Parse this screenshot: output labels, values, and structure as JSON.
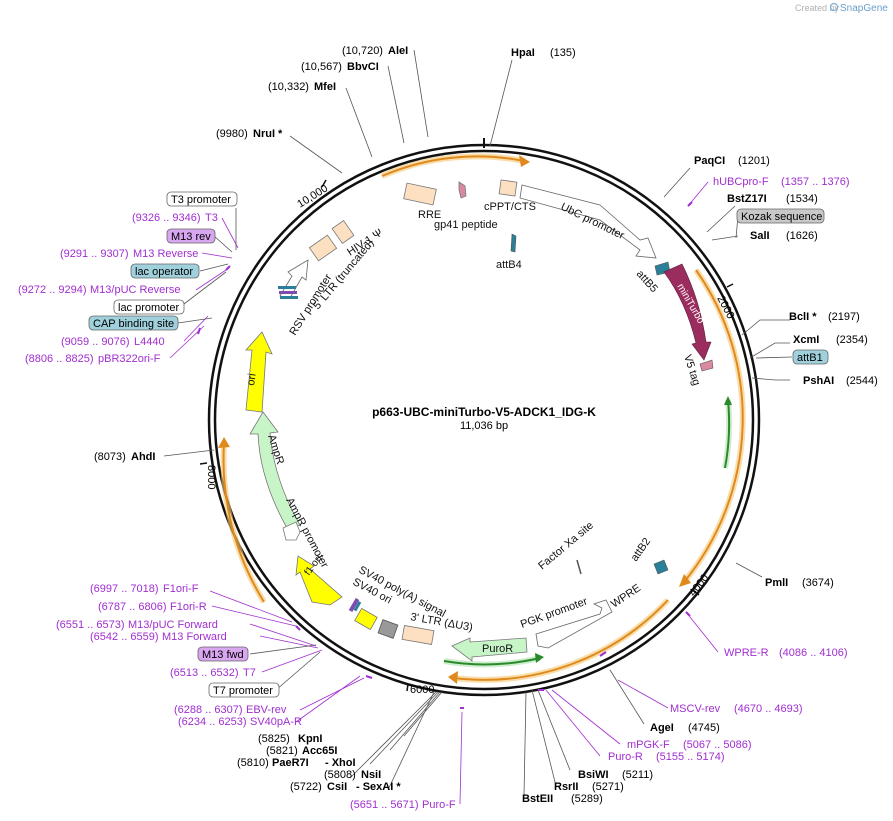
{
  "credit": "Created by",
  "brand": "SnapGene",
  "plasmid": {
    "name": "p663-UBC-miniTurbo-V5-ADCK1_IDG-K",
    "length_label": "11,036 bp"
  },
  "ticks": {
    "t2000": "2000",
    "t4000": "4000",
    "t6000": "6000",
    "t8000": "8000",
    "t10000": "10,000"
  },
  "sites": {
    "hpai": {
      "name": "HpaI",
      "pos": "(135)"
    },
    "paqci": {
      "name": "PaqCI",
      "pos": "(1201)"
    },
    "bstz17i": {
      "name": "BstZ17I",
      "pos": "(1534)"
    },
    "sali": {
      "name": "SalI",
      "pos": "(1626)"
    },
    "bcli": {
      "name": "BclI *",
      "pos": "(2197)"
    },
    "xcmi": {
      "name": "XcmI",
      "pos": "(2354)"
    },
    "pshai": {
      "name": "PshAI",
      "pos": "(2544)"
    },
    "pmli": {
      "name": "PmlI",
      "pos": "(3674)"
    },
    "agei": {
      "name": "AgeI",
      "pos": "(4745)"
    },
    "bsiwi": {
      "name": "BsiWI",
      "pos": "(5211)"
    },
    "rsrii": {
      "name": "RsrII",
      "pos": "(5271)"
    },
    "bsteii": {
      "name": "BstEII",
      "pos": "(5289)"
    },
    "kpni": {
      "name": "KpnI",
      "pos": "(5825)"
    },
    "acc65i": {
      "name": "Acc65I",
      "pos": "(5821)"
    },
    "paer7i": {
      "name": "PaeR7I",
      "pos": "(5810)"
    },
    "xhoi": {
      "name": "- XhoI",
      "pos": ""
    },
    "nsii": {
      "name": "NsiI",
      "pos": "(5808)"
    },
    "csii": {
      "name": "CsiI",
      "pos": "(5722)"
    },
    "sexai": {
      "name": "- SexAI *",
      "pos": ""
    },
    "ahdi": {
      "name": "AhdI",
      "pos": "(8073)"
    },
    "drui": {
      "name": "NruI *",
      "pos": "(9980)"
    },
    "mfei": {
      "name": "MfeI",
      "pos": "(10,332)"
    },
    "bbvci": {
      "name": "BbvCI",
      "pos": "(10,567)"
    },
    "alei": {
      "name": "AleI",
      "pos": "(10,720)"
    }
  },
  "primers": {
    "hubcpro_f": {
      "name": "hUBCpro-F",
      "pos": "(1357 .. 1376)"
    },
    "wpre_r": {
      "name": "WPRE-R",
      "pos": "(4086 .. 4106)"
    },
    "mscv_rev": {
      "name": "MSCV-rev",
      "pos": "(4670 .. 4693)"
    },
    "mpgk_f": {
      "name": "mPGK-F",
      "pos": "(5067 .. 5086)"
    },
    "puro_r": {
      "name": "Puro-R",
      "pos": "(5155 .. 5174)"
    },
    "puro_f": {
      "name": "Puro-F",
      "pos": "(5651 .. 5671)"
    },
    "ebv_rev": {
      "name": "EBV-rev",
      "pos": "(6288 .. 6307)"
    },
    "sv40pa_r": {
      "name": "SV40pA-R",
      "pos": "(6234 .. 6253)"
    },
    "t7": {
      "name": "T7",
      "pos": "(6513 .. 6532)"
    },
    "m13_fwd": {
      "name": "M13 Forward",
      "pos": "(6542 .. 6559)"
    },
    "m13puc_fwd": {
      "name": "M13/pUC Forward",
      "pos": "(6551 .. 6573)"
    },
    "f1ori_r": {
      "name": "F1ori-R",
      "pos": "(6787 .. 6806)"
    },
    "f1ori_f": {
      "name": "F1ori-F",
      "pos": "(6997 .. 7018)"
    },
    "pbr322ori_f": {
      "name": "pBR322ori-F",
      "pos": "(8806 .. 8825)"
    },
    "l4440": {
      "name": "L4440",
      "pos": "(9059 .. 9076)"
    },
    "m13puc_rev": {
      "name": "M13/pUC Reverse",
      "pos": "(9272 .. 9294)"
    },
    "m13_reverse": {
      "name": "M13 Reverse",
      "pos": "(9291 .. 9307)"
    },
    "t3": {
      "name": "T3",
      "pos": "(9326 .. 9346)"
    }
  },
  "boxes": {
    "kozak": "Kozak sequence",
    "attb1": "attB1",
    "m13fwd": "M13 fwd",
    "t7promoter": "T7 promoter",
    "t3promoter": "T3 promoter",
    "m13rev": "M13 rev",
    "lacop": "lac operator",
    "lacpro": "lac promoter",
    "cap": "CAP binding site"
  },
  "features": {
    "rre": "RRE",
    "gp41": "gp41 peptide",
    "cppt": "cPPT/CTS",
    "ubc": "UbC promoter",
    "attb4": "attB4",
    "attb5": "attB5",
    "miniturbo": "miniTurbo",
    "v5": "V5 tag",
    "hiv": "HIV-1 Ψ",
    "ltr5": "5' LTR (truncated)",
    "rsv": "RSV promoter",
    "ori": "ori",
    "ampr": "AmpR",
    "amprpro": "AmpR promoter",
    "f1ori": "f1 ori",
    "sv40pa": "SV40 poly(A) signal",
    "sv40ori": "SV40 ori",
    "ltr3": "3' LTR (ΔU3)",
    "puror": "PuroR",
    "pgk": "PGK promoter",
    "wpre": "WPRE",
    "attb2": "attB2",
    "factorxa": "Factor Xa site"
  },
  "colors": {
    "backbone": "#111111",
    "miniturbo": "#9b2c5e",
    "yellow": "#ffff00",
    "ampr": "#c8f5c8",
    "orange_arc": "#e08a1e",
    "green_arc": "#2a8a2a",
    "primer": "#a12ed0",
    "box_blue": "#9fd0dc",
    "box_purple": "#d9a6f0",
    "box_grey": "#c8c8c8"
  }
}
